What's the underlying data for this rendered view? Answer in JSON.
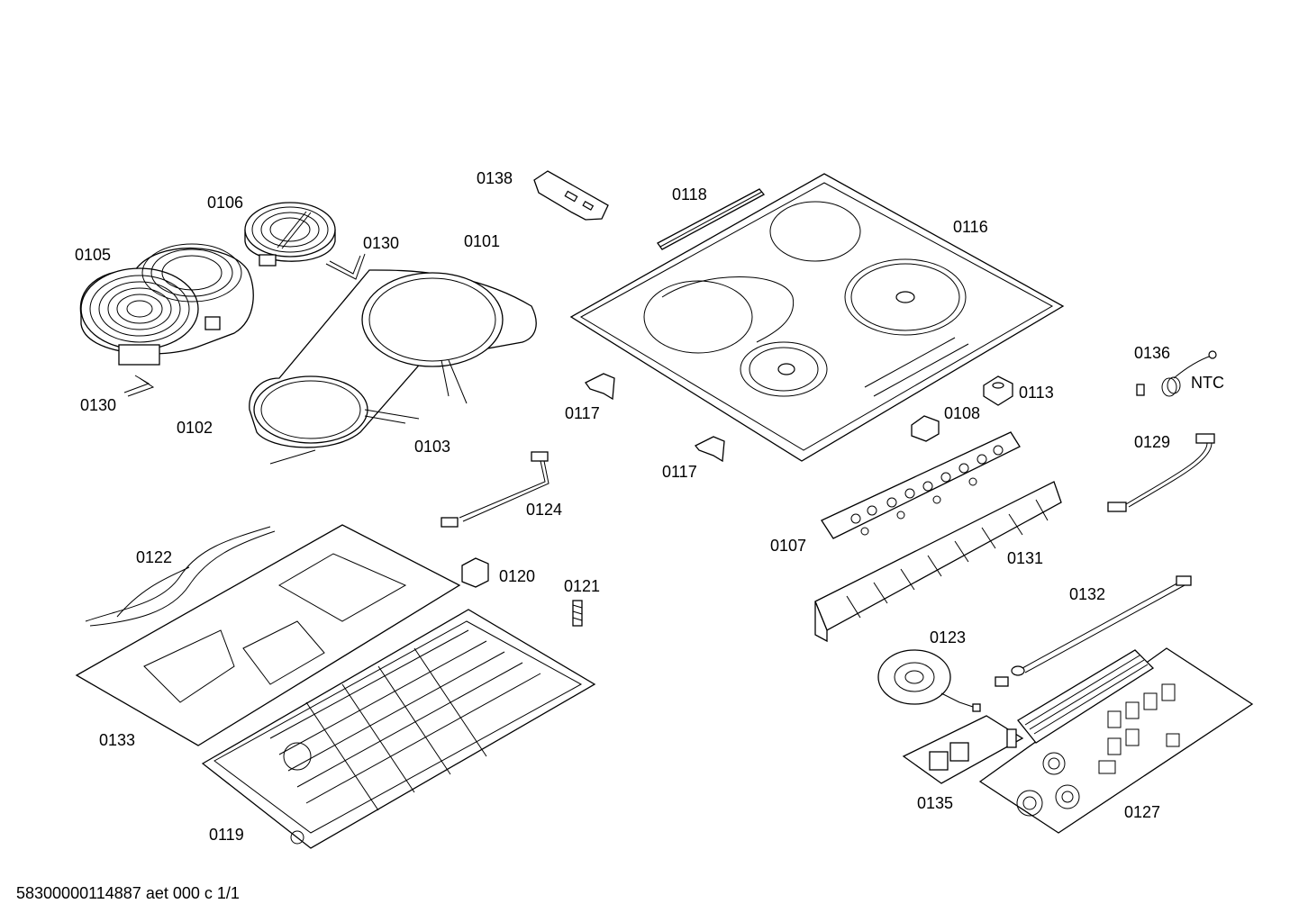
{
  "diagram": {
    "labels": {
      "p0101": "0101",
      "p0102": "0102",
      "p0103": "0103",
      "p0105": "0105",
      "p0106": "0106",
      "p0107": "0107",
      "p0108": "0108",
      "p0113": "0113",
      "p0116": "0116",
      "p0117a": "0117",
      "p0117b": "0117",
      "p0118": "0118",
      "p0119": "0119",
      "p0120": "0120",
      "p0121": "0121",
      "p0122": "0122",
      "p0123": "0123",
      "p0124": "0124",
      "p0127": "0127",
      "p0129": "0129",
      "p0130a": "0130",
      "p0130b": "0130",
      "p0131": "0131",
      "p0132": "0132",
      "p0133": "0133",
      "p0135": "0135",
      "p0136": "0136",
      "p0138": "0138",
      "ntc": "NTC"
    },
    "footer": "58300000114887 aet 000 c 1/1"
  }
}
